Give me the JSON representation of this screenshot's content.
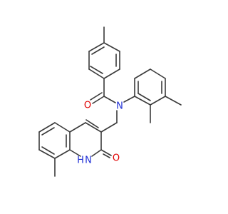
{
  "molecule": {
    "atoms": [
      {
        "symbol": "N",
        "color": "#1f2fd6"
      },
      {
        "symbol": "O",
        "color": "#e00000"
      },
      {
        "symbol": "O",
        "color": "#e00000"
      },
      {
        "symbol": "H",
        "color": "#1f2fd6"
      },
      {
        "symbol": "N",
        "color": "#1f2fd6"
      }
    ]
  },
  "colors": {
    "bond": "#3a3a3a",
    "background": "#ffffff"
  }
}
